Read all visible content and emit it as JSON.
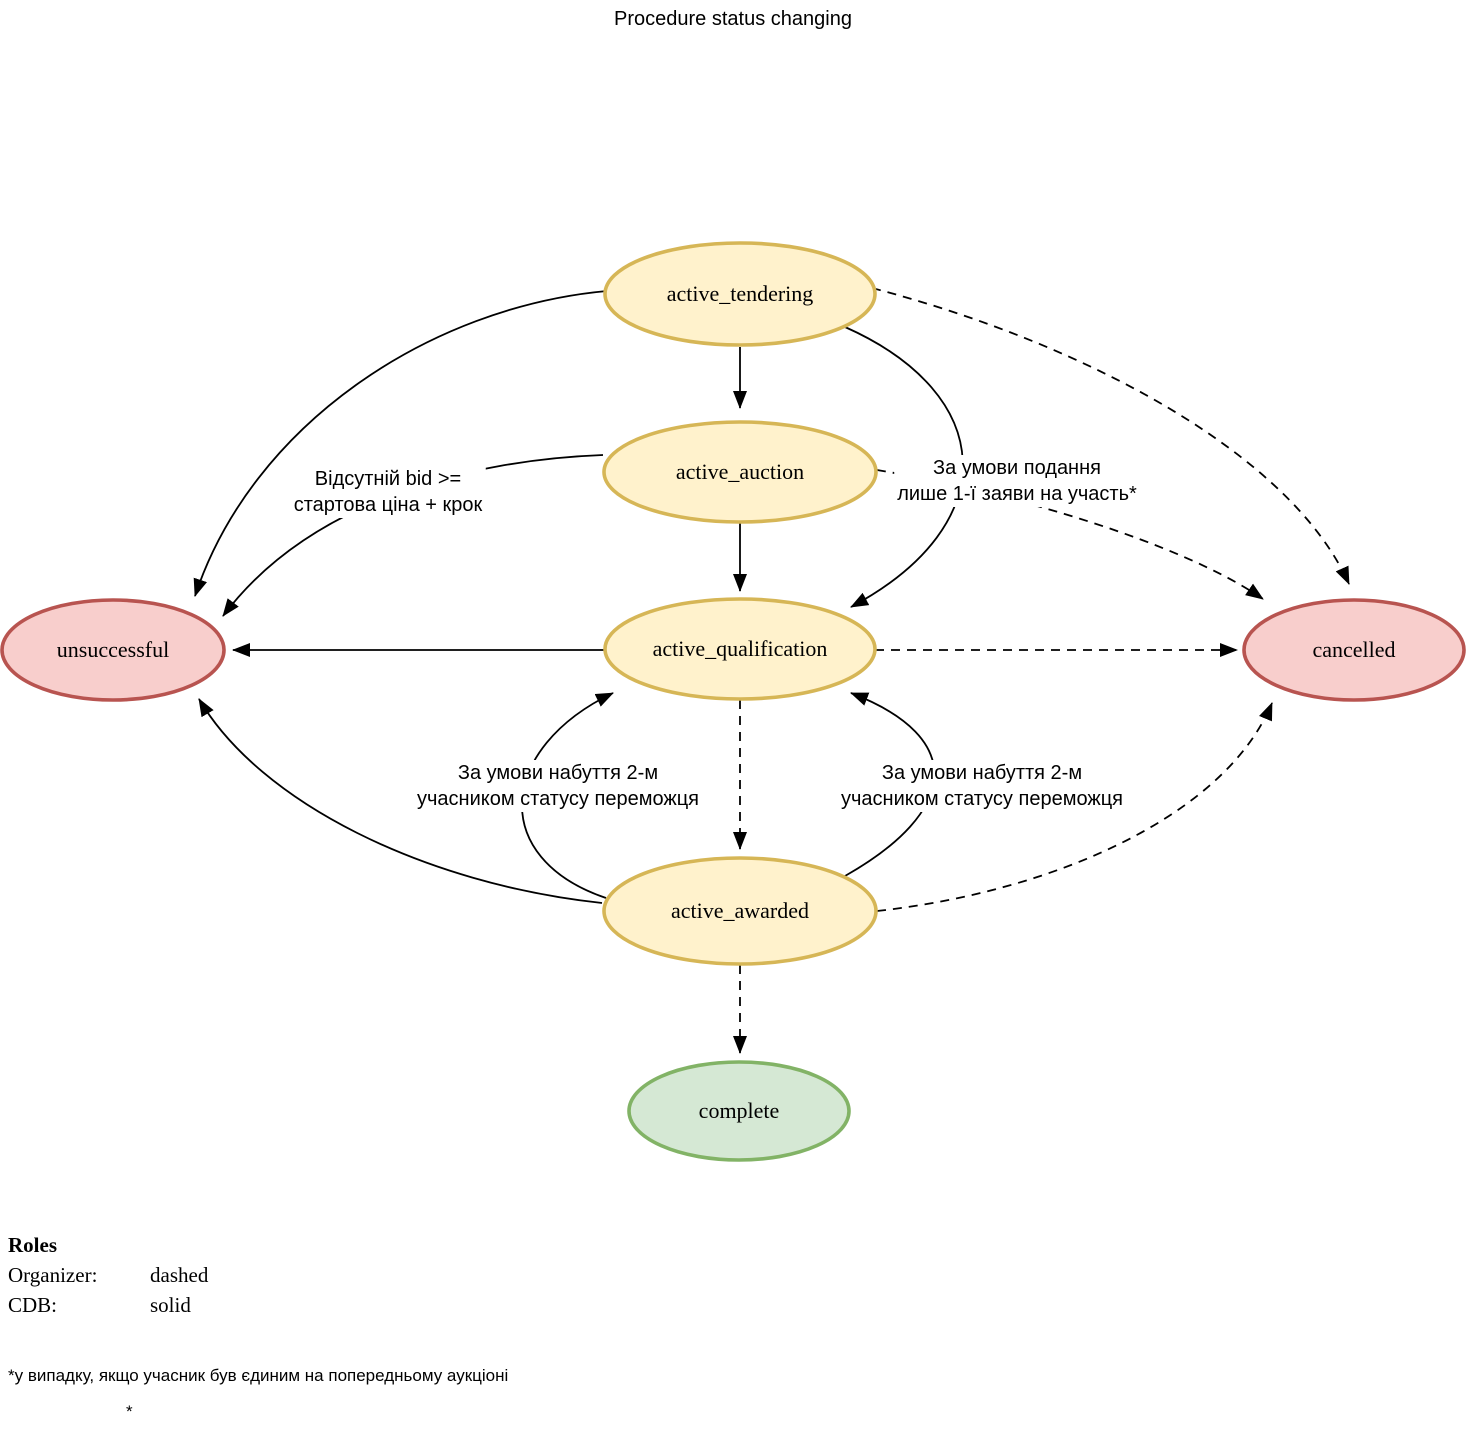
{
  "title": "Procedure status changing",
  "colors": {
    "yellow_fill": "#FFF2CC",
    "yellow_stroke": "#D6B656",
    "red_fill": "#F8CECC",
    "red_stroke": "#B85450",
    "green_fill": "#D5E8D4",
    "green_stroke": "#82B366",
    "edge_color": "#000000"
  },
  "nodes": [
    {
      "id": "active_tendering",
      "label": "active_tendering",
      "color": "yellow"
    },
    {
      "id": "active_auction",
      "label": "active_auction",
      "color": "yellow"
    },
    {
      "id": "active_qualification",
      "label": "active_qualification",
      "color": "yellow"
    },
    {
      "id": "active_awarded",
      "label": "active_awarded",
      "color": "yellow"
    },
    {
      "id": "complete",
      "label": "complete",
      "color": "green"
    },
    {
      "id": "unsuccessful",
      "label": "unsuccessful",
      "color": "red"
    },
    {
      "id": "cancelled",
      "label": "cancelled",
      "color": "red"
    }
  ],
  "edges": [
    {
      "from": "active_tendering",
      "to": "active_auction",
      "style": "solid"
    },
    {
      "from": "active_auction",
      "to": "active_qualification",
      "style": "solid"
    },
    {
      "from": "active_qualification",
      "to": "active_awarded",
      "style": "dashed"
    },
    {
      "from": "active_awarded",
      "to": "complete",
      "style": "dashed"
    },
    {
      "from": "active_tendering",
      "to": "unsuccessful",
      "style": "solid"
    },
    {
      "from": "active_auction",
      "to": "unsuccessful",
      "style": "solid",
      "label": "Відсутній bid >=\nстартова ціна + крок"
    },
    {
      "from": "active_qualification",
      "to": "unsuccessful",
      "style": "solid"
    },
    {
      "from": "active_awarded",
      "to": "unsuccessful",
      "style": "solid"
    },
    {
      "from": "active_tendering",
      "to": "active_qualification",
      "style": "solid",
      "label": "За умови подання\nлише 1-ї заяви на участь*"
    },
    {
      "from": "active_awarded",
      "to": "active_qualification",
      "style": "solid",
      "side": "left",
      "label": "За умови набуття 2-м\nучасником статусу переможця"
    },
    {
      "from": "active_awarded",
      "to": "active_qualification",
      "style": "solid",
      "side": "right",
      "label": "За умови набуття 2-м\nучасником статусу переможця"
    },
    {
      "from": "active_tendering",
      "to": "cancelled",
      "style": "dashed"
    },
    {
      "from": "active_auction",
      "to": "cancelled",
      "style": "dashed"
    },
    {
      "from": "active_qualification",
      "to": "cancelled",
      "style": "dashed"
    },
    {
      "from": "active_awarded",
      "to": "cancelled",
      "style": "dashed"
    }
  ],
  "legend": {
    "heading": "Roles",
    "rows": [
      {
        "role": "Organizer:",
        "style": "dashed"
      },
      {
        "role": "CDB:",
        "style": "solid"
      }
    ]
  },
  "footnote": "*у випадку, якщо учасник був єдиним на попередньому аукціоні",
  "footnote_mark": "*"
}
